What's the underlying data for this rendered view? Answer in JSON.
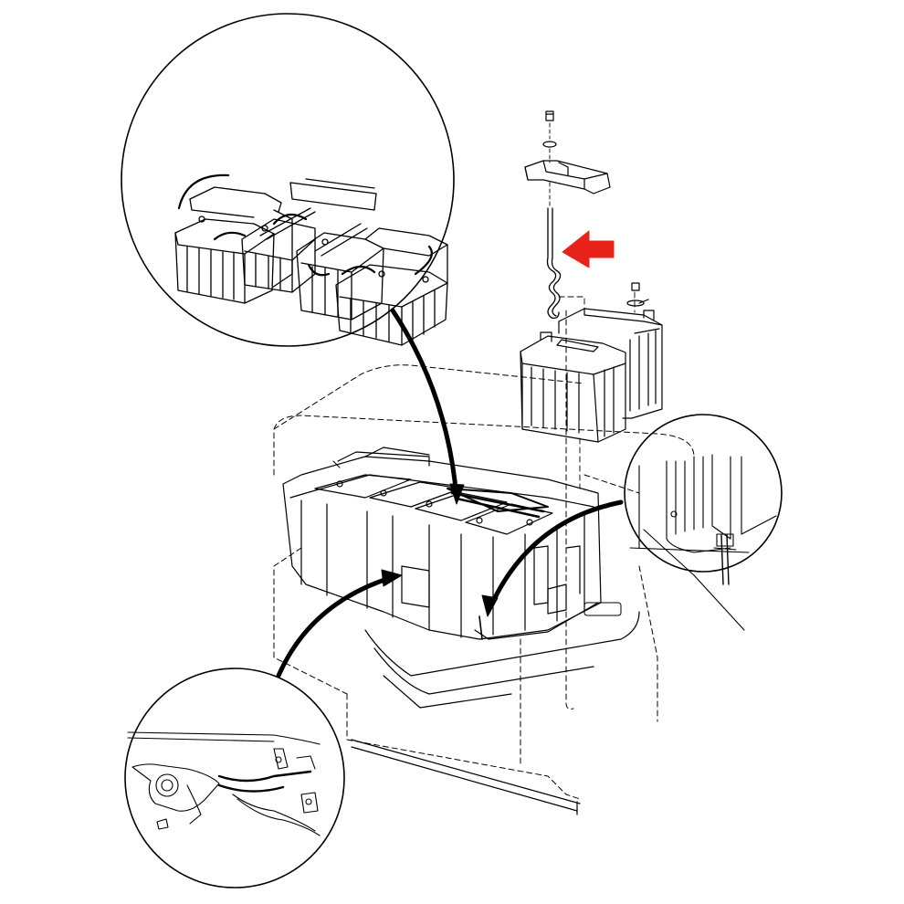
{
  "diagram": {
    "kind": "exploded-assembly-illustration",
    "background": "#ffffff",
    "line_color": "#000000",
    "accent_arrow_color": "#e8231a",
    "callouts": [
      {
        "id": "battery-pack-detail"
      },
      {
        "id": "hold-down-rod-detail"
      },
      {
        "id": "charger-receptacle-detail"
      }
    ],
    "parts": [
      {
        "id": "hold-down-nut"
      },
      {
        "id": "washer"
      },
      {
        "id": "hold-down-bracket"
      },
      {
        "id": "j-hook-rod"
      },
      {
        "id": "battery-pair"
      },
      {
        "id": "battery-tray-frame"
      },
      {
        "id": "frame-rail"
      }
    ]
  }
}
